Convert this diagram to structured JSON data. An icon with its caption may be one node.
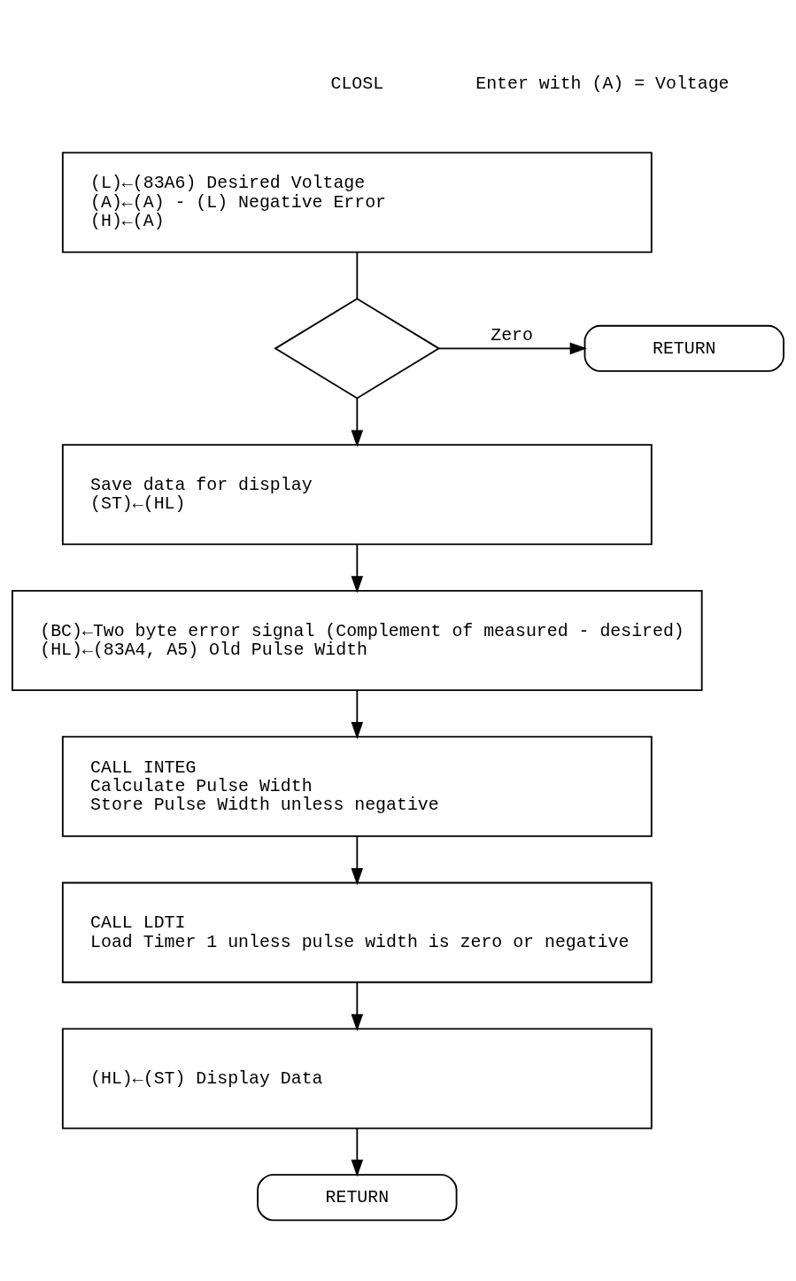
{
  "diagram": {
    "nodes": [
      {
        "text": [
          "(L)←(83A6) Desired Voltage",
          "(A)←(A) - (L) Negative Error",
          "(H)←(A)"
        ]
      },
      {
        "text": [],
        "shape": "diamond"
      },
      {
        "text": [
          "RETURN"
        ]
      },
      {
        "text": [
          "Save data for display",
          "(ST)←(HL)"
        ]
      },
      {
        "text": [
          "(BC)←Two byte error signal (Complement of measured - desired)",
          "(HL)←(83A4, A5) Old Pulse Width"
        ]
      },
      {
        "text": [
          "CALL INTEG",
          "Calculate Pulse Width",
          "Store Pulse Width unless negative"
        ]
      },
      {
        "text": [
          "CALL LDTI",
          "Load Timer 1 unless pulse width is zero or negative"
        ]
      },
      {
        "text": [
          "(HL)←(ST) Display Data"
        ]
      },
      {
        "text": [
          "RETURN"
        ]
      }
    ],
    "edges": [
      {
        "from": 0,
        "to": 1,
        "arrow": "none"
      },
      {
        "from": 1,
        "to": 2,
        "arrow": "to",
        "label": "Zero"
      },
      {
        "from": 1,
        "to": 3,
        "arrow": "to"
      },
      {
        "from": 3,
        "to": 4,
        "arrow": "to"
      },
      {
        "from": 4,
        "to": 5,
        "arrow": "to"
      },
      {
        "from": 5,
        "to": 6,
        "arrow": "to"
      },
      {
        "from": 6,
        "to": 7,
        "arrow": "to"
      },
      {
        "from": 7,
        "to": 8,
        "arrow": "to"
      }
    ],
    "labels": [
      "CLOSL",
      "Enter with (A) = Voltage"
    ]
  }
}
